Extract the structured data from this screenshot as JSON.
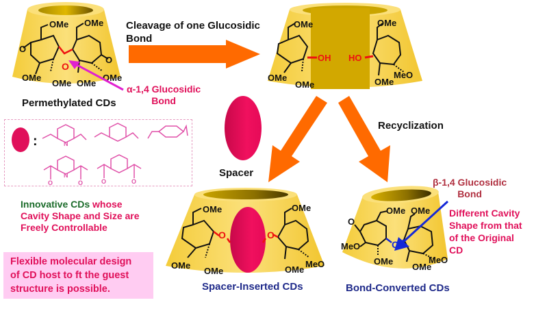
{
  "title": "Cyclodextrin molecular design scheme",
  "colors": {
    "cup_yellow": "#f7d54a",
    "cup_shadow": "#c9a400",
    "arrow_orange": "#ff6a00",
    "spacer_pink": "#e8105a",
    "alpha_arrow": "#e020d0",
    "beta_arrow": "#1428d8",
    "bond_red": "#ee1010",
    "bond_blue": "#1428d8"
  },
  "permethylated": {
    "label": "Permethylated CDs",
    "substituents": [
      "OMe",
      "OMe",
      "O",
      "O",
      "OMe",
      "OMe",
      "OMe",
      "OMe"
    ],
    "bond_atom": "O",
    "alpha_label_line1": "α-1,4 Glucosidic",
    "alpha_label_line2": "Bond"
  },
  "cleavage": {
    "label_line1": "Cleavage of one Glucosidic",
    "label_line2": "Bond"
  },
  "opened": {
    "oh_left": "OH",
    "oh_right": "HO",
    "substituents": [
      "OMe",
      "OMe",
      "OMe",
      "OMe",
      "OMe",
      "MeO"
    ]
  },
  "spacer": {
    "label": "Spacer",
    "box_colon": ":",
    "box_items": [
      "2,6-diethylpyridine",
      "1,3-diethylbenzene",
      "1,4-diethylbenzene",
      "2,6-diacetylpyridine",
      "1,3-diacetylbenzene"
    ],
    "atom_n": "N",
    "atom_o": "O"
  },
  "recyclization": {
    "label": "Recyclization"
  },
  "beta": {
    "label_line1": "β-1,4 Glucosidic",
    "label_line2": "Bond"
  },
  "different": {
    "line1": "Different Cavity",
    "line2": "Shape from that",
    "line3": "of the Original",
    "line4": "CD"
  },
  "innovative": {
    "green_part": "Innovative CDs",
    "pink_part1": " whose",
    "line2": "Cavity Shape and Size are",
    "line3": "Freely Controllable"
  },
  "design_box": {
    "line1": "Flexible molecular design",
    "line2": "of CD host to ft the guest",
    "line3": "structure is possible."
  },
  "spacer_inserted": {
    "label": "Spacer-Inserted CDs",
    "substituents": [
      "OMe",
      "OMe",
      "OMe",
      "OMe",
      "OMe",
      "MeO"
    ],
    "o_left": "O",
    "o_right": "O"
  },
  "bond_converted": {
    "label": "Bond-Converted CDs",
    "substituents": [
      "OMe",
      "OMe",
      "O",
      "MeO",
      "OMe",
      "OMe",
      "MeO"
    ],
    "o_bond": "O"
  }
}
